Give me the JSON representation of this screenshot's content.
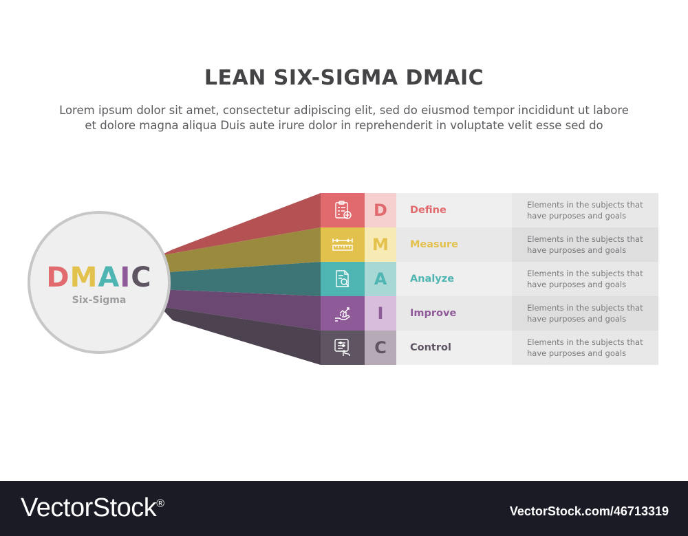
{
  "header": {
    "title": "LEAN SIX-SIGMA DMAIC",
    "subtitle_line1": "Lorem ipsum dolor sit amet, consectetur adipiscing elit, sed do eiusmod tempor incididunt ut labore",
    "subtitle_line2": "et dolore magna aliqua Duis aute irure dolor in reprehenderit in voluptate velit esse sed do"
  },
  "center": {
    "letters": [
      {
        "char": "D",
        "color": "#e06a6e"
      },
      {
        "char": "M",
        "color": "#e3c14d"
      },
      {
        "char": "A",
        "color": "#4fb5b3"
      },
      {
        "char": "I",
        "color": "#8e5a97"
      },
      {
        "char": "C",
        "color": "#5e5462"
      }
    ],
    "subtitle": "Six-Sigma"
  },
  "steps": [
    {
      "letter": "D",
      "label": "Define",
      "desc_line1": "Elements in the subjects that",
      "desc_line2": "have purposes and goals",
      "icon": "checklist-icon",
      "color": "#e06a6e",
      "letter_bg": "#f6cfcf",
      "beam": "#b45152",
      "label_bg": "#efefef",
      "desc_bg": "#e8e8e8"
    },
    {
      "letter": "M",
      "label": "Measure",
      "desc_line1": "Elements in the subjects that",
      "desc_line2": "have purposes and goals",
      "icon": "ruler-icon",
      "color": "#e3c14d",
      "letter_bg": "#f7eab5",
      "beam": "#9a8a3e",
      "label_bg": "#e8e8e8",
      "desc_bg": "#dedede"
    },
    {
      "letter": "A",
      "label": "Analyze",
      "desc_line1": "Elements in the subjects that",
      "desc_line2": "have purposes and goals",
      "icon": "document-search-icon",
      "color": "#4fb5b3",
      "letter_bg": "#a7d8d6",
      "beam": "#3d7476",
      "label_bg": "#efefef",
      "desc_bg": "#e8e8e8"
    },
    {
      "letter": "I",
      "label": "Improve",
      "desc_line1": "Elements in the subjects that",
      "desc_line2": "have purposes and goals",
      "icon": "growth-hand-icon",
      "color": "#8e5a97",
      "letter_bg": "#d8bedc",
      "beam": "#6a4872",
      "label_bg": "#e8e8e8",
      "desc_bg": "#dedede"
    },
    {
      "letter": "C",
      "label": "Control",
      "desc_line1": "Elements in the subjects that",
      "desc_line2": "have purposes and goals",
      "icon": "control-panel-icon",
      "color": "#5e5462",
      "letter_bg": "#b6aab6",
      "beam": "#4d4250",
      "label_bg": "#efefef",
      "desc_bg": "#e8e8e8"
    }
  ],
  "footer": {
    "brand": "VectorStock",
    "brand_mark": "®",
    "image_id": "VectorStock.com/46713319"
  }
}
